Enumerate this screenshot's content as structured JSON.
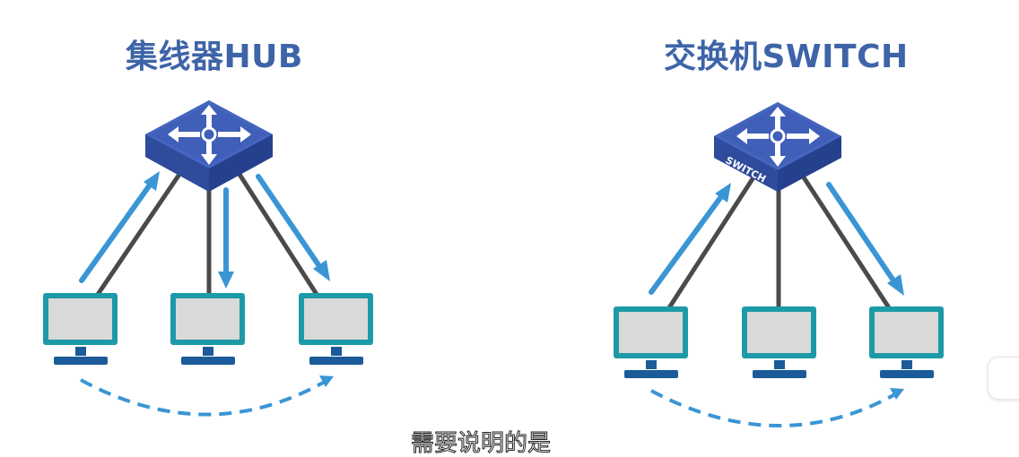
{
  "hub_panel": {
    "title": "集线器HUB",
    "device_icon": "hub-icon",
    "computers": 3
  },
  "switch_panel": {
    "title": "交换机SWITCH",
    "device_icon": "switch-icon",
    "device_label": "SWITCH",
    "computers": 3
  },
  "subtitle": "需要说明的是",
  "colors": {
    "title": "#3e64a8",
    "device_top": "#3f5fb8",
    "device_side": "#25408c",
    "cable": "#4a4a4a",
    "arrow": "#3a95d5",
    "monitor_frame": "#1d9aa7",
    "monitor_screen": "#d9d9d9",
    "monitor_base": "#1b5b99"
  }
}
